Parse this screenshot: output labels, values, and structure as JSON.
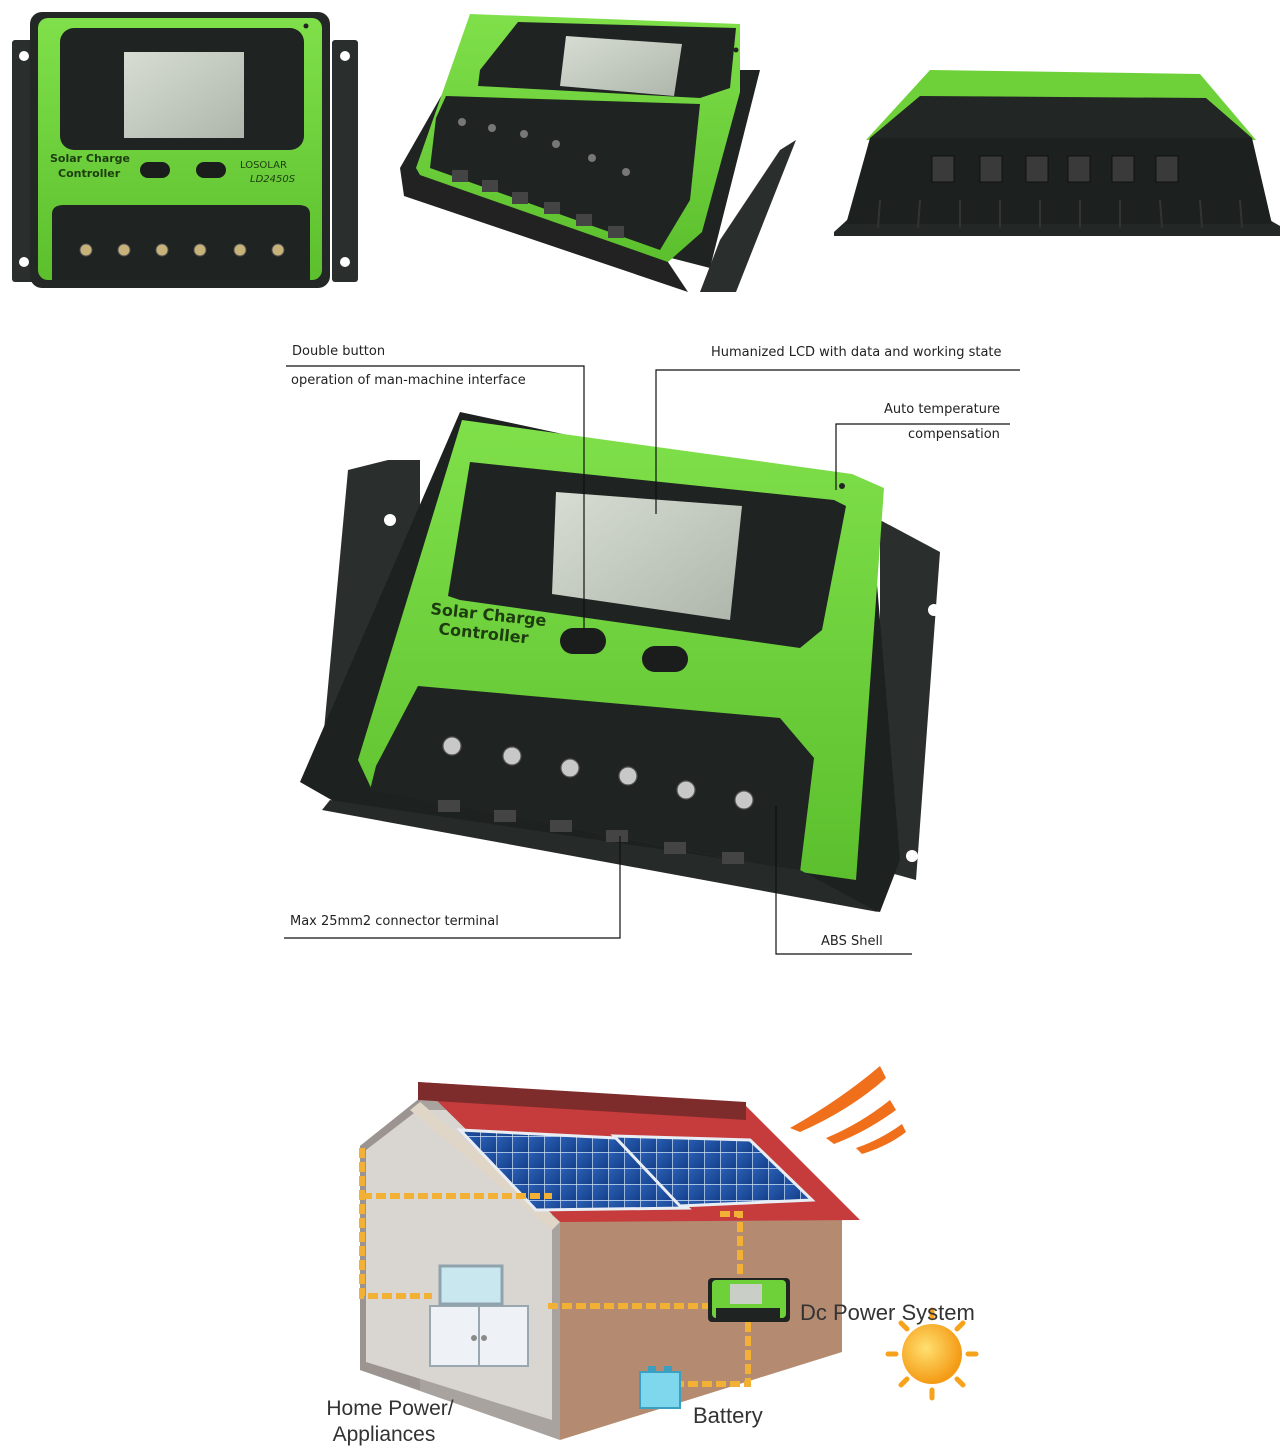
{
  "product": {
    "name_line1": "Solar Charge",
    "name_line2": "Controller",
    "brand": "LOSOLAR",
    "model": "LD2450S"
  },
  "callouts": {
    "double_button_1": "Double button",
    "double_button_2": "operation of man-machine interface",
    "lcd": "Humanized LCD with data and working state",
    "auto_temp_1": "Auto temperature",
    "auto_temp_2": "compensation",
    "connector": "Max 25mm2 connector terminal",
    "abs_shell": "ABS Shell"
  },
  "system": {
    "dc_power": "Dc Power System",
    "battery": "Battery",
    "home_1": "Home  Power/",
    "home_2": "Appliances"
  },
  "colors": {
    "housing_green": "#6fd13a",
    "housing_dark": "#1f2322",
    "lcd": "#c9cfc6",
    "roof": "#c63b3b",
    "wall": "#b48a70",
    "wire": "#f2b134",
    "sun": "#f7a21b"
  }
}
